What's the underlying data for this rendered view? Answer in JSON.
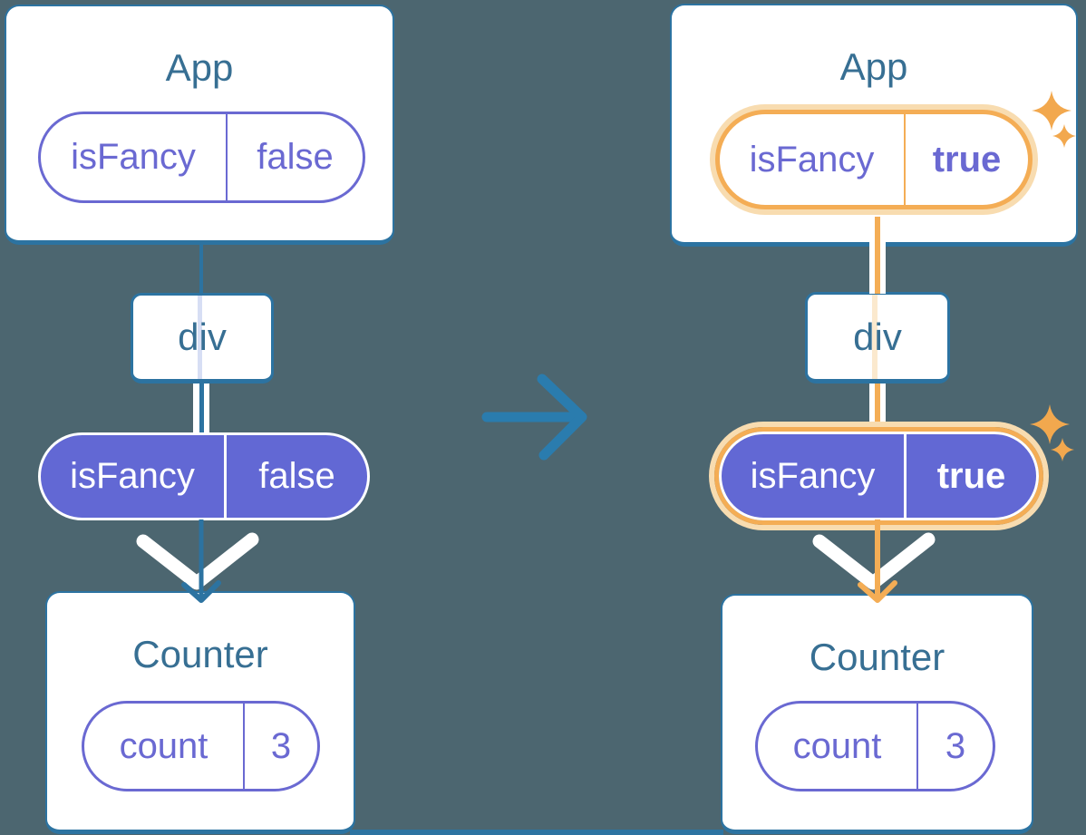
{
  "diagram": {
    "left": {
      "app": {
        "title": "App",
        "prop_name": "isFancy",
        "prop_value": "false"
      },
      "div_label": "div",
      "passed_prop": {
        "name": "isFancy",
        "value": "false"
      },
      "counter": {
        "title": "Counter",
        "state_name": "count",
        "state_value": "3"
      }
    },
    "right": {
      "app": {
        "title": "App",
        "prop_name": "isFancy",
        "prop_value": "true"
      },
      "div_label": "div",
      "passed_prop": {
        "name": "isFancy",
        "value": "true"
      },
      "counter": {
        "title": "Counter",
        "state_name": "count",
        "state_value": "3"
      }
    },
    "colors": {
      "background": "#4C6670",
      "card_border": "#2C73A1",
      "heading_text": "#376F93",
      "purple_outline": "#6A69D2",
      "purple_fill": "#6268D4",
      "highlight_orange": "#F4AD55",
      "highlight_peach": "#F8DCB0",
      "sparkle_orange": "#F2A84E",
      "flow_teal": "#2C73A1",
      "transition_arrow_blue": "#2A7CAE"
    },
    "icons": {
      "sparkle": "four-point star",
      "transition_arrow": "right arrow"
    }
  }
}
